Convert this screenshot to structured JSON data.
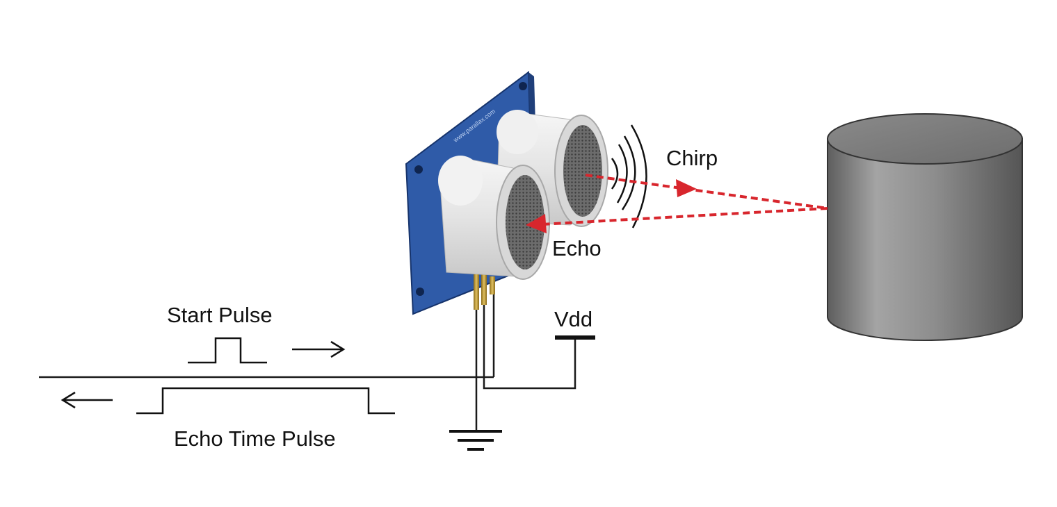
{
  "labels": {
    "chirp": "Chirp",
    "echo": "Echo",
    "start_pulse": "Start Pulse",
    "echo_time_pulse": "Echo Time Pulse",
    "vdd": "Vdd"
  },
  "colors": {
    "board": "#2f5ba8",
    "signal_path": "#d8262d",
    "wire": "#1a1a1a",
    "transducer": "#e9e9e9",
    "obstacle": "#8a8a8a"
  },
  "icons": [
    "ground-symbol-icon",
    "right-arrow-icon",
    "left-arrow-icon"
  ]
}
